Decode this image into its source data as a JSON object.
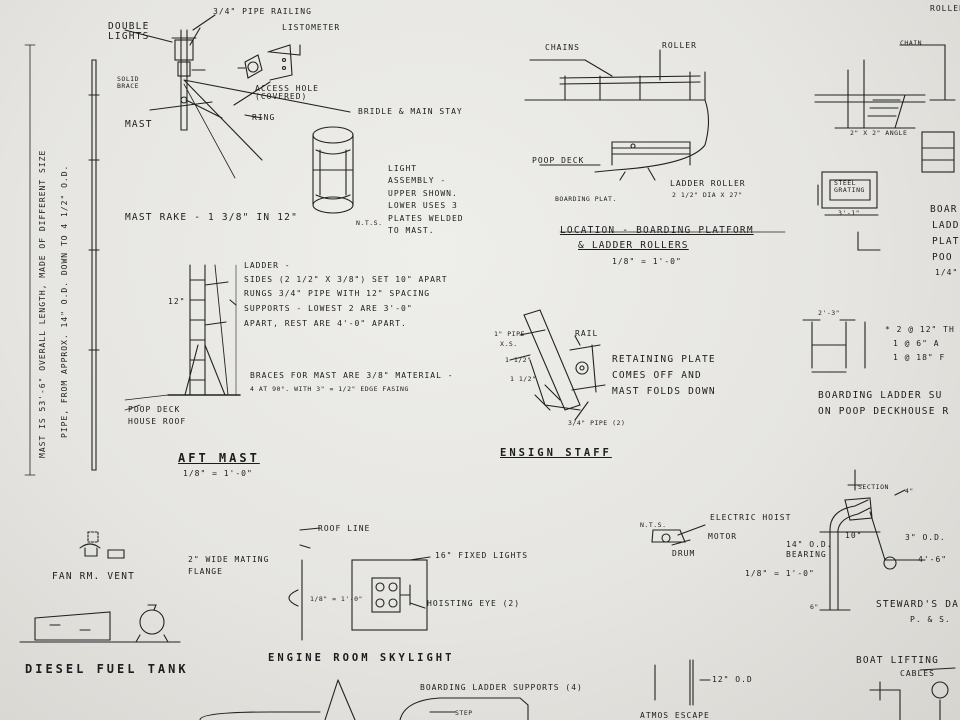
{
  "aft_mast": {
    "double_lights": "DOUBLE\nLIGHTS",
    "pipe_railing": "3/4\" PIPE RAILING",
    "listometer": "LISTOMETER",
    "solid_brace": "SOLID\nBRACE",
    "access_hole": "ACCESS HOLE\n(COVERED)",
    "mast": "MAST",
    "ring": "RING",
    "bridle": "BRIDLE & MAIN STAY",
    "mast_rake": "MAST RAKE - 1 3/8\" IN 12\"",
    "light_assembly": "LIGHT\nASSEMBLY -\nUPPER SHOWN.\nLOWER USES 3\nPLATES WELDED\nTO MAST.",
    "nts": "N.T.S.",
    "ladder": "LADDER -",
    "ladder_sides": "SIDES (2 1/2\" X 3/8\") SET 10\" APART",
    "ladder_rungs": "RUNGS 3/4\" PIPE WITH 12\" SPACING",
    "ladder_supports": "SUPPORTS - LOWEST 2 ARE 3'-0\"",
    "ladder_apart": "APART, REST ARE 4'-0\" APART.",
    "dim_12": "12\"",
    "braces": "BRACES FOR MAST ARE 3/8\" MATERIAL -",
    "braces2": "4 AT 90°. WITH 3\" = 1/2\" EDGE FASING",
    "poop_deck_roof": "POOP DECK\nHOUSE ROOF",
    "title": "AFT MAST",
    "scale": "1/8\" = 1'-0\"",
    "mast_note": "MAST IS 53'-6\" OVERALL LENGTH, MADE OF DIFFERENT SIZE",
    "mast_note2": "PIPE, FROM APPROX. 14\" O.D. DOWN TO 4 1/2\" O.D."
  },
  "boarding_platform": {
    "chains": "CHAINS",
    "roller": "ROLLER",
    "poop_deck": "POOP DECK",
    "ladder_roller": "LADDER ROLLER",
    "ladder_roller_size": "2 1/2\" DIA X 27\"",
    "boarding_plat": "BOARDING PLAT.",
    "title1": "LOCATION - BOARDING PLATFORM",
    "title2": "& LADDER ROLLERS",
    "scale": "1/8\" = 1'-0\""
  },
  "ensign_staff": {
    "pipe": "1\" PIPE",
    "xs": "X.S.",
    "rail": "RAIL",
    "d1": "1 1/2\"",
    "d2": "1 1/2\"",
    "retaining_plate": "RETAINING PLATE",
    "comes_off": "COMES OFF AND",
    "mast_folds": "MAST FOLDS DOWN",
    "pipe2": "3/4\" PIPE (2)",
    "title": "ENSIGN STAFF"
  },
  "right_side": {
    "rollers": "ROLLERS",
    "chain": "CHAIN",
    "angle": "2\" X 2\" ANGLE",
    "steel_grating": "STEEL\nGRATING",
    "dim_3_1": "3'-1\"",
    "dim_2_3": "2'-3\"",
    "board": "BOAR",
    "ladd": "LADD",
    "plat": "PLAT",
    "poo": "POO",
    "scale_frag": "1/4\"",
    "note1": "* 2 @ 12\" TH",
    "note2": "1 @ 6\" A",
    "note3": "1 @ 18\" F",
    "boarding_ladder1": "BOARDING LADDER SU",
    "boarding_ladder2": "ON POOP DECKHOUSE R"
  },
  "hoist": {
    "nts": "N.T.S.",
    "electric_hoist": "ELECTRIC HOIST",
    "motor": "MOTOR",
    "drum": "DRUM",
    "section": "SECTION",
    "bearing": "14\" O.D.\nBEARING",
    "dim_10": "10\"",
    "dim_3od": "3\" O.D.",
    "dim_4_6": "4'-6\"",
    "dim_4": "4\"",
    "dim_6": "6\"",
    "scale": "1/8\" = 1'-0\"",
    "stewards": "STEWARD'S DA",
    "pe": "P. & S."
  },
  "bottom": {
    "fan_vent": "FAN RM. VENT",
    "diesel_fuel_tank": "DIESEL FUEL TANK",
    "roof_line": "ROOF LINE",
    "mating_flange": "2\" WIDE MATING\nFLANGE",
    "skylight_scale": "1/8\" = 1'-0\"",
    "fixed_lights": "16\" FIXED LIGHTS",
    "hoisting_eye": "HOISTING EYE (2)",
    "engine_room_skylight": "ENGINE ROOM SKYLIGHT",
    "boarding_ladder_supports": "BOARDING LADDER SUPPORTS (4)",
    "step": "STEP",
    "od_12": "12\" O.D",
    "atmos_escape": "ATMOS ESCAPE",
    "boat_lifting": "BOAT LIFTING",
    "cables": "CABLES"
  }
}
